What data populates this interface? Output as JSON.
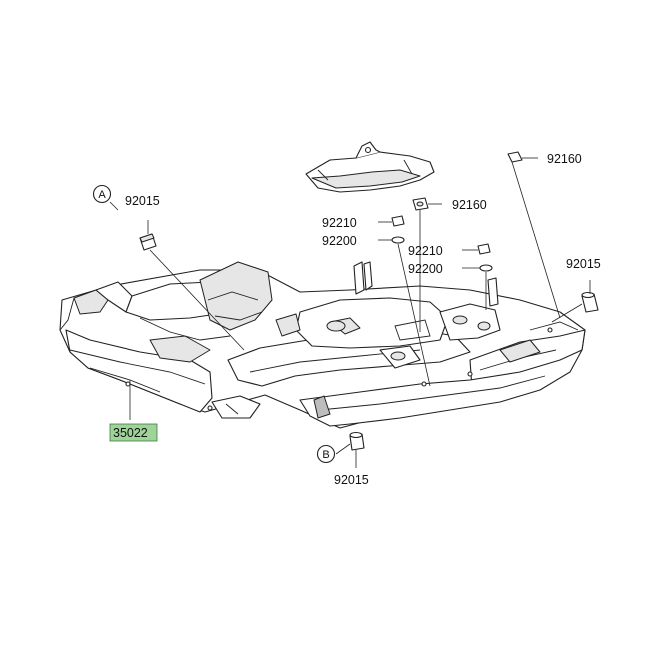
{
  "diagram": {
    "highlight_color": "#9fd39a",
    "callouts": {
      "a": "A",
      "b": "B"
    },
    "labels": {
      "p92015_a": "92015",
      "p92160_top": "92160",
      "p92160_mid": "92160",
      "p92210_left": "92210",
      "p92200_left": "92200",
      "p92210_right": "92210",
      "p92200_right": "92200",
      "p92015_right": "92015",
      "p35022": "35022",
      "p92015_b": "92015"
    }
  }
}
